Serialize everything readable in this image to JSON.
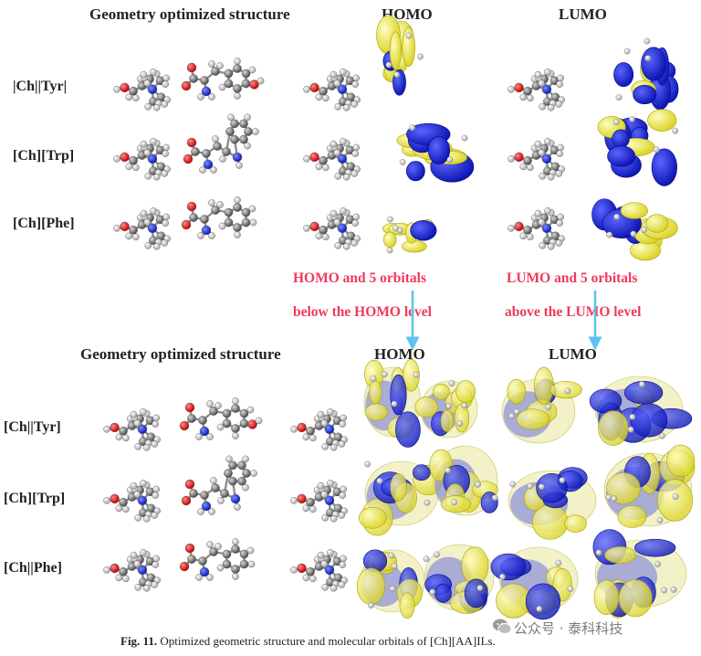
{
  "top": {
    "header_geometry": "Geometry optimized structure",
    "header_homo": "HOMO",
    "header_lumo": "LUMO",
    "rows": [
      "|Ch||Tyr|",
      "[Ch][Trp]",
      "[Ch][Phe]"
    ]
  },
  "annotations": {
    "homo_line1": "HOMO and 5 orbitals",
    "homo_line2": "below the HOMO level",
    "lumo_line1": "LUMO and 5 orbitals",
    "lumo_line2": "above the LUMO level"
  },
  "bottom": {
    "header_geometry": "Geometry optimized structure",
    "header_homo": "HOMO",
    "header_lumo": "LUMO",
    "rows": [
      "[Ch||Tyr]",
      "[Ch][Trp]",
      "[Ch||Phe]"
    ]
  },
  "caption": {
    "label": "Fig. 11.",
    "text": "Optimized geometric structure and molecular orbitals of [Ch][AA]ILs."
  },
  "watermark": "公众号 · 泰科科技",
  "colors": {
    "annotation": "#ee3a5b",
    "arrow": "#5bc3f0",
    "orbital_blue": "#1f2fd6",
    "orbital_yellow": "#f3ee3a"
  }
}
